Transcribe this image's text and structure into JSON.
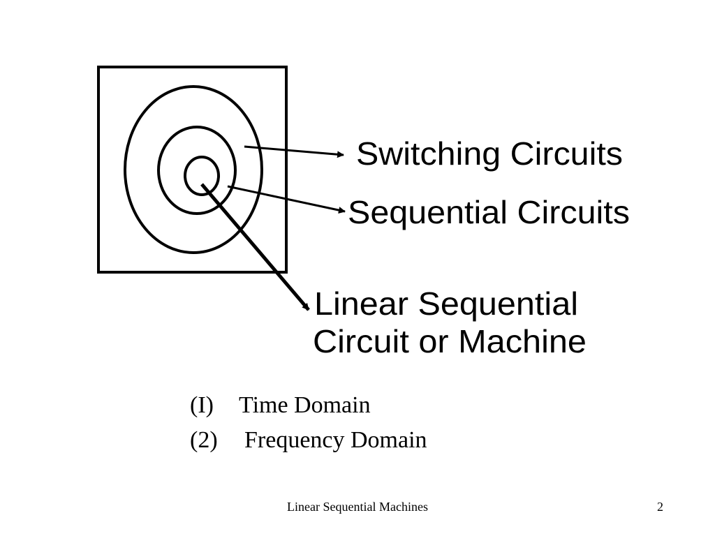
{
  "diagram": {
    "labels": {
      "switching": "Switching Circuits",
      "sequential": "Sequential Circuits",
      "linear_line1": "Linear Sequential",
      "linear_line2": "Circuit or Machine"
    }
  },
  "list": {
    "items": [
      {
        "number": "(I)",
        "text": "Time Domain"
      },
      {
        "number": "(2)",
        "text": "Frequency Domain"
      }
    ]
  },
  "footer": {
    "title": "Linear Sequential Machines",
    "page_number": "2"
  }
}
